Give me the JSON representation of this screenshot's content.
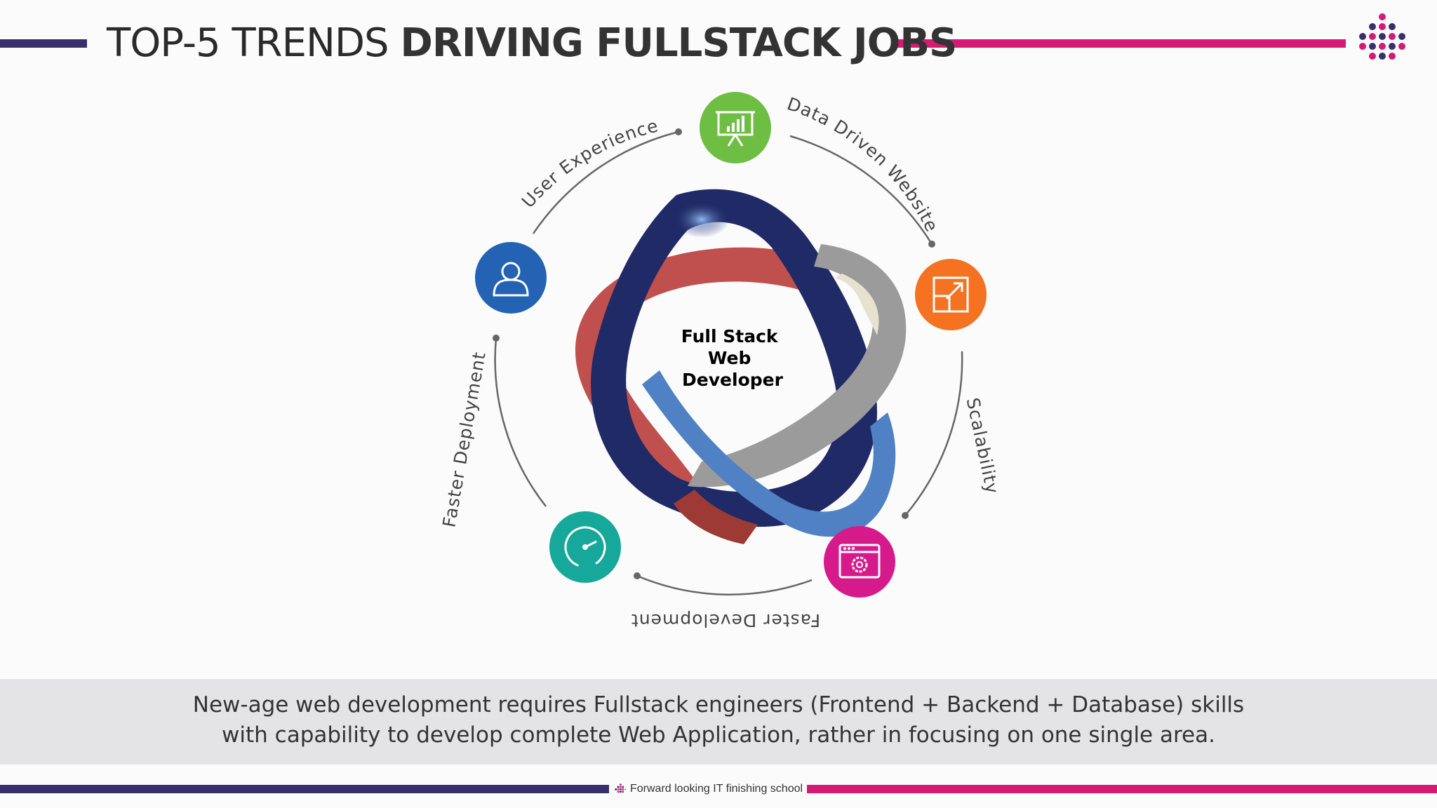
{
  "header": {
    "title_light": "TOP-5 TRENDS ",
    "title_bold": "DRIVING FULLSTACK JOBS"
  },
  "colors": {
    "navy": "#37306b",
    "magenta": "#d61a73",
    "green": "#6fbe44",
    "blue": "#2463b3",
    "orange": "#f47221",
    "teal": "#16a89a",
    "pink": "#d6198b",
    "ribbon_red": "#c0504d",
    "ribbon_navy": "#1f2a66",
    "ribbon_blue": "#4f81c4",
    "ribbon_gray": "#9b9b9b"
  },
  "diagram": {
    "center_lines": [
      "Full Stack",
      "Web",
      "Developer"
    ],
    "trends": [
      {
        "label": "User Experience",
        "icon": "presentation-chart-icon"
      },
      {
        "label": "Data Driven Websites",
        "icon": "user-icon"
      },
      {
        "label": "Scalability",
        "icon": "scale-resize-icon"
      },
      {
        "label": "Faster Development",
        "icon": "browser-settings-icon"
      },
      {
        "label": "Faster Deployment",
        "icon": "speedometer-icon"
      }
    ]
  },
  "summary": {
    "line1": "New-age web development requires Fullstack engineers (Frontend + Backend + Database) skills",
    "line2": "with capability to develop complete Web Application, rather in focusing on one single area."
  },
  "footer": {
    "tagline": "Forward looking IT finishing school"
  }
}
